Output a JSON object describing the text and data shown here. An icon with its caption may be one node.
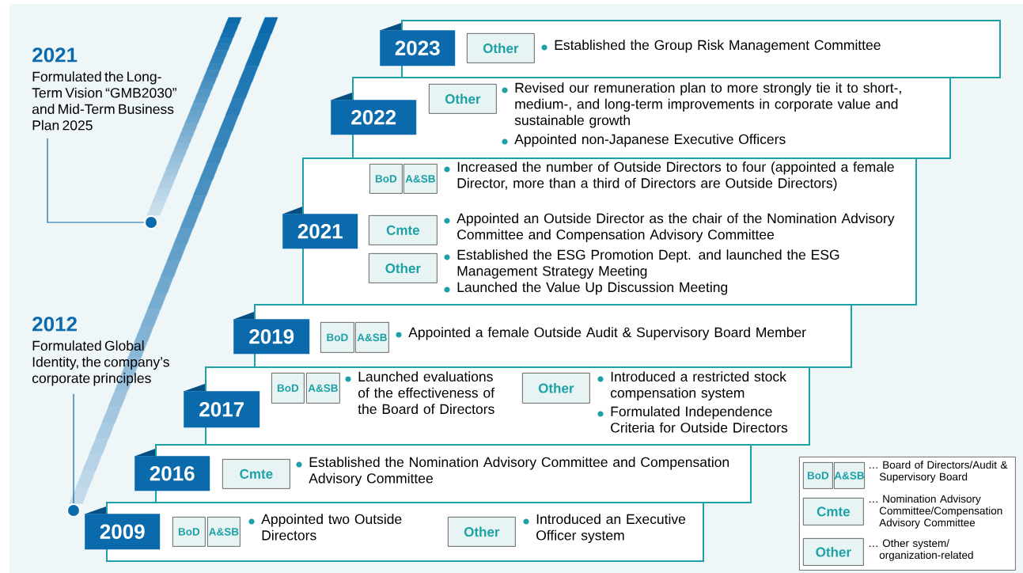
{
  "diagram": {
    "nodes": [
      {
        "text": [
          "2021",
          "Formulated the Long-Term Vision “GMB2030” and Mid-Term Business Plan 2025"
        ]
      },
      {
        "text": [],
        "shape": "circle"
      },
      {
        "text": [
          "2012",
          "Formulated Global Identity, the company’s corporate principles"
        ]
      },
      {
        "text": [],
        "shape": "circle"
      },
      {
        "text": [
          "2023"
        ]
      },
      {
        "text": [
          "Established the Group Risk Management Committee"
        ]
      },
      {
        "text": [
          "Other"
        ],
        "in": 5
      },
      {
        "text": [
          "2022"
        ]
      },
      {
        "text": [
          "Revised our remuneration plan to more strongly tie it to short-, medium-, and long-term improvements in corporate value and sustainable growth",
          "Appointed non-Japanese Executive Officers"
        ]
      },
      {
        "text": [
          "Other"
        ],
        "in": 8
      },
      {
        "text": [
          "2021"
        ]
      },
      {
        "text": [
          "Increased the number of Outside Directors to four (appointed a female Director, more than a third of Directors are Outside Directors)",
          "Appointed an Outside Director as the chair of the Nomination Advisory Committee and Compensation Advisory Committee",
          "Established the ESG Promotion Dept. and launched the ESG Management Strategy Meeting",
          "Launched the Value Up Discussion Meeting"
        ]
      },
      {
        "text": [
          "BoD"
        ],
        "in": 11
      },
      {
        "text": [
          "A&SB"
        ],
        "in": 11
      },
      {
        "text": [
          "Cmte"
        ],
        "in": 11
      },
      {
        "text": [
          "Other"
        ],
        "in": 11
      },
      {
        "text": [
          "2019"
        ]
      },
      {
        "text": [
          "Appointed a female Outside Audit & Supervisory Board Member"
        ]
      },
      {
        "text": [
          "BoD"
        ],
        "in": 17
      },
      {
        "text": [
          "A&SB"
        ],
        "in": 17
      },
      {
        "text": [
          "2017"
        ]
      },
      {
        "text": [
          "Launched evaluations of the effectiveness of the Board of Directors",
          "Introduced a restricted stock compensation system",
          "Formulated Independence Criteria for Outside Directors"
        ]
      },
      {
        "text": [
          "BoD"
        ],
        "in": 21
      },
      {
        "text": [
          "A&SB"
        ],
        "in": 21
      },
      {
        "text": [
          "Other"
        ],
        "in": 21
      },
      {
        "text": [
          "2016"
        ]
      },
      {
        "text": [
          "Established the Nomination Advisory Committee and Compensation Advisory Committee"
        ]
      },
      {
        "text": [
          "Cmte"
        ],
        "in": 26
      },
      {
        "text": [
          "2009"
        ]
      },
      {
        "text": [
          "Appointed two Outside Directors",
          "Introduced an Executive Officer system"
        ]
      },
      {
        "text": [
          "BoD"
        ],
        "in": 29
      },
      {
        "text": [
          "A&SB"
        ],
        "in": 29
      },
      {
        "text": [
          "Other"
        ],
        "in": 29
      },
      {
        "text": [],
        "shape": "box"
      },
      {
        "text": [
          "BoD"
        ],
        "in": 33
      },
      {
        "text": [
          "A&SB"
        ],
        "in": 33,
        "beside": [
          "… Board of Directors/Audit & Supervisory Board"
        ]
      },
      {
        "text": [
          "Cmte"
        ],
        "in": 33,
        "beside": [
          "… Nomination Advisory Committee/Compensation Advisory Committee"
        ]
      },
      {
        "text": [
          "Other"
        ],
        "in": 33,
        "beside": [
          "… Other system/ organization-related"
        ]
      }
    ],
    "edges": [
      {
        "from": 0,
        "to": 1,
        "arrow": "none"
      },
      {
        "from": 2,
        "to": 3,
        "arrow": "none"
      }
    ]
  }
}
